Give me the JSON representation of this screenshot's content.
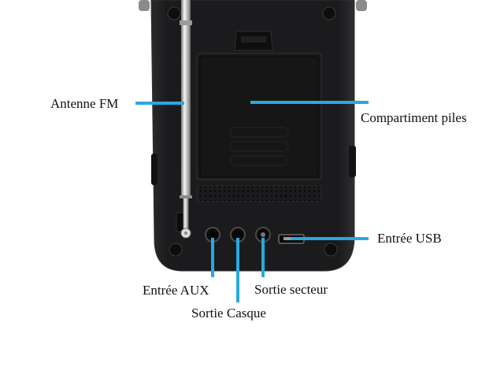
{
  "colors": {
    "callout": "#29a8e0",
    "device_body": "#1c1c1e",
    "device_edge": "#2b2b2e",
    "battery_door": "#141415",
    "antenna": "#c9c9c9",
    "port_ring": "#3a3a3a"
  },
  "callouts": {
    "antenna": "Antenne FM",
    "battery": "Compartiment piles",
    "usb": "Entrée USB",
    "aux": "Entrée AUX",
    "headphones": "Sortie Casque",
    "power": "Sortie secteur"
  },
  "icons": [
    "telescopic-antenna",
    "battery-door",
    "speaker-grille",
    "aux-jack",
    "headphone-jack",
    "dc-power-jack",
    "usb-port",
    "screw"
  ]
}
